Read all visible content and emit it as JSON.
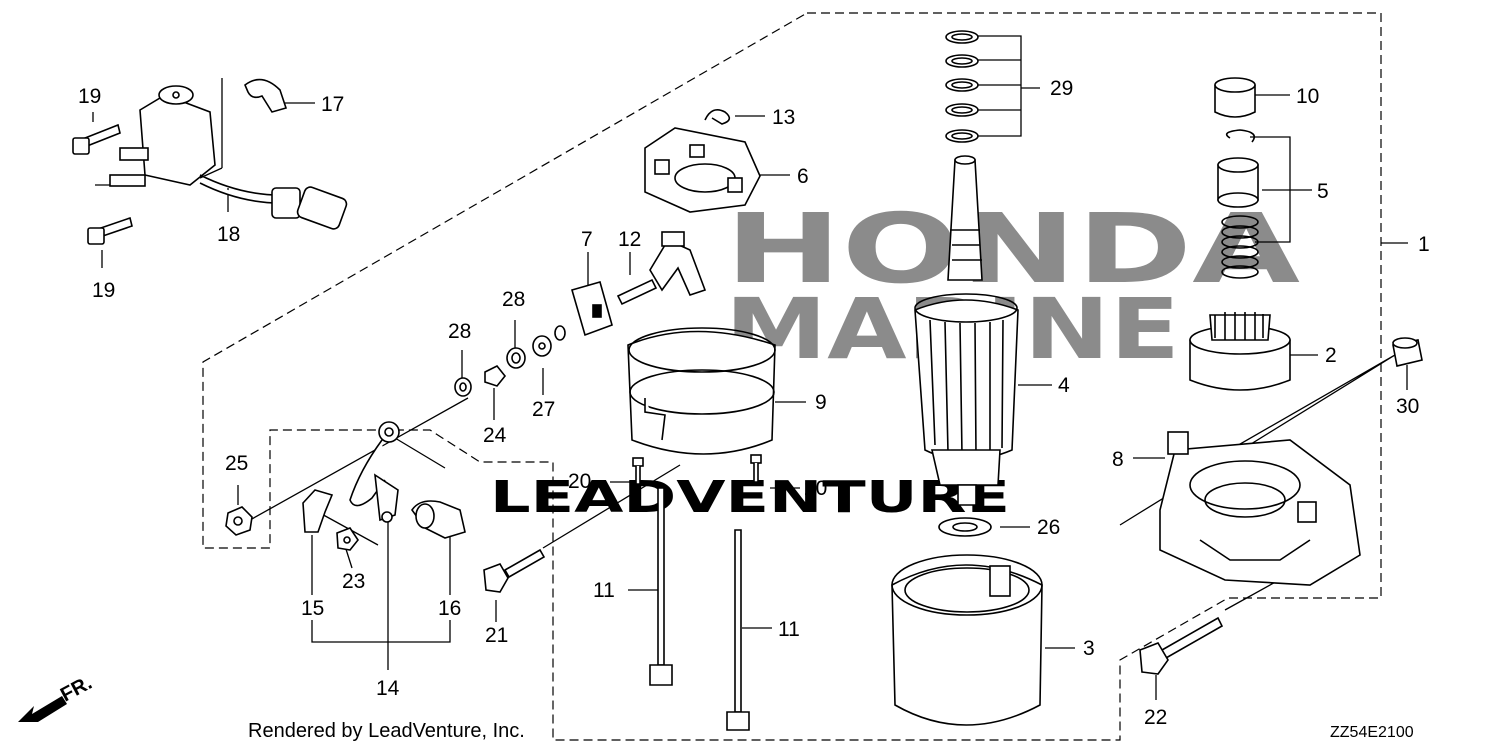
{
  "diagram": {
    "watermark": {
      "brand": "HONDA",
      "line": "MARINE",
      "vendor": "LEADVENTURE"
    },
    "callouts": [
      "1",
      "2",
      "3",
      "4",
      "5",
      "6",
      "7",
      "8",
      "9",
      "10",
      "11",
      "12",
      "13",
      "14",
      "15",
      "16",
      "17",
      "18",
      "19",
      "20",
      "21",
      "22",
      "23",
      "24",
      "25",
      "26",
      "27",
      "28",
      "29",
      "30"
    ],
    "direction_label": "FR.",
    "footer_credit": "Rendered by LeadVenture, Inc.",
    "diagram_code": "ZZ54E2100"
  }
}
